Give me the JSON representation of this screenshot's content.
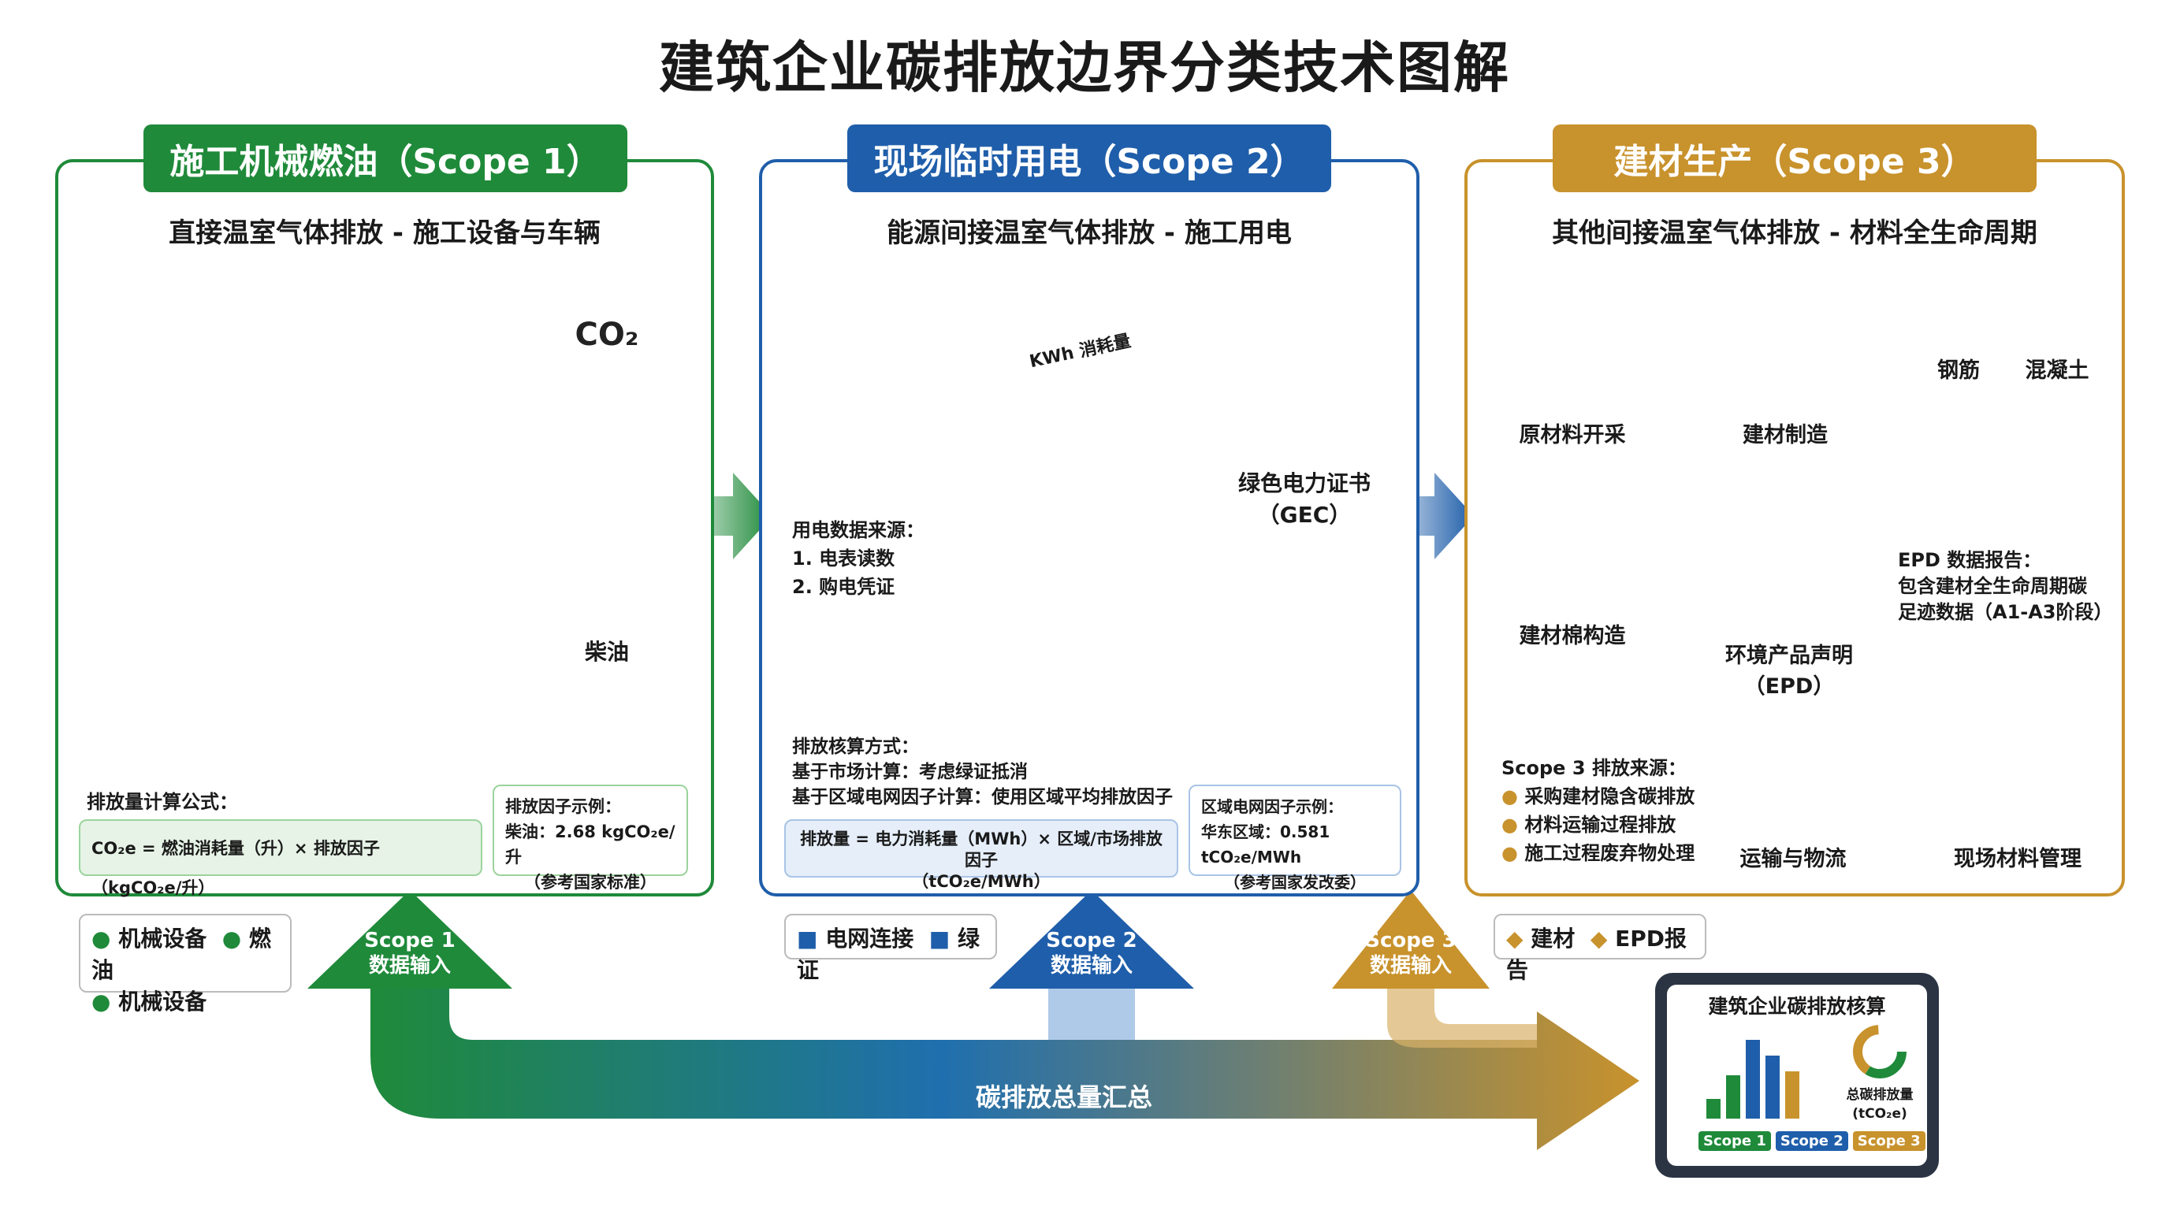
{
  "title": "建筑企业碳排放边界分类技术图解",
  "scope1": {
    "title": "施工机械燃油（Scope 1）",
    "subtitle": "直接温室气体排放 - 施工设备与车辆",
    "co2_label": "CO₂",
    "diesel_label": "柴油",
    "formula_title": "排放量计算公式：",
    "formula": "CO₂e = 燃油消耗量（升）× 排放因子（kgCO₂e/升）",
    "factor_title": "排放因子示例：",
    "factor_value": "柴油：2.68 kgCO₂e/升",
    "factor_note": "（参考国家标准）",
    "legend": [
      "机械设备",
      "燃油",
      "机械设备"
    ],
    "input_label_1": "Scope 1",
    "input_label_2": "数据输入",
    "color": "#1f8a3a"
  },
  "scope2": {
    "title": "现场临时用电（Scope 2）",
    "subtitle": "能源间接温室气体排放 - 施工用电",
    "meter_label": "KWh 消耗量",
    "gec_label_1": "绿色电力证书",
    "gec_label_2": "（GEC）",
    "data_source_title": "用电数据来源：",
    "data_source_items": [
      "1. 电表读数",
      "2. 购电凭证"
    ],
    "calc_title": "排放核算方式：",
    "calc_items": [
      "基于市场计算：考虑绿证抵消",
      "基于区域电网因子计算：使用区域平均排放因子"
    ],
    "formula_1": "排放量 = 电力消耗量（MWh）× 区域/市场排放因子",
    "formula_2": "（tCO₂e/MWh）",
    "grid_title": "区域电网因子示例：",
    "grid_value": "华东区域：0.581 tCO₂e/MWh",
    "grid_note": "（参考国家发改委）",
    "legend": [
      "电网连接",
      "绿证"
    ],
    "input_label_1": "Scope 2",
    "input_label_2": "数据输入",
    "color": "#1f5eaa"
  },
  "scope3": {
    "title": "建材生产（Scope 3）",
    "subtitle": "其他间接温室气体排放 - 材料全生命周期",
    "mining": "原材料开采",
    "manufacturing": "建材制造",
    "steel": "钢筋",
    "concrete": "混凝土",
    "precast": "建材棉构造",
    "epd_1": "环境产品声明",
    "epd_2": "（EPD）",
    "epd_report_title": "EPD 数据报告：",
    "epd_report_lines": [
      "包含建材全生命周期碳",
      "足迹数据（A1-A3阶段）"
    ],
    "sources_title": "Scope 3 排放来源：",
    "sources": [
      "采购建材隐含碳排放",
      "材料运输过程排放",
      "施工过程废弃物处理"
    ],
    "transport": "运输与物流",
    "site_mgmt": "现场材料管理",
    "legend": [
      "建材",
      "EPD报告"
    ],
    "input_label_1": "Scope 3",
    "input_label_2": "数据输入",
    "color": "#c8922c"
  },
  "summary": {
    "arrow_label": "碳排放总量汇总",
    "tablet_title": "建筑企业碳排放核算",
    "total_label": "总碳排放量",
    "total_unit": "(tCO₂e)",
    "tags": [
      "Scope 1",
      "Scope 2",
      "Scope 3"
    ]
  }
}
